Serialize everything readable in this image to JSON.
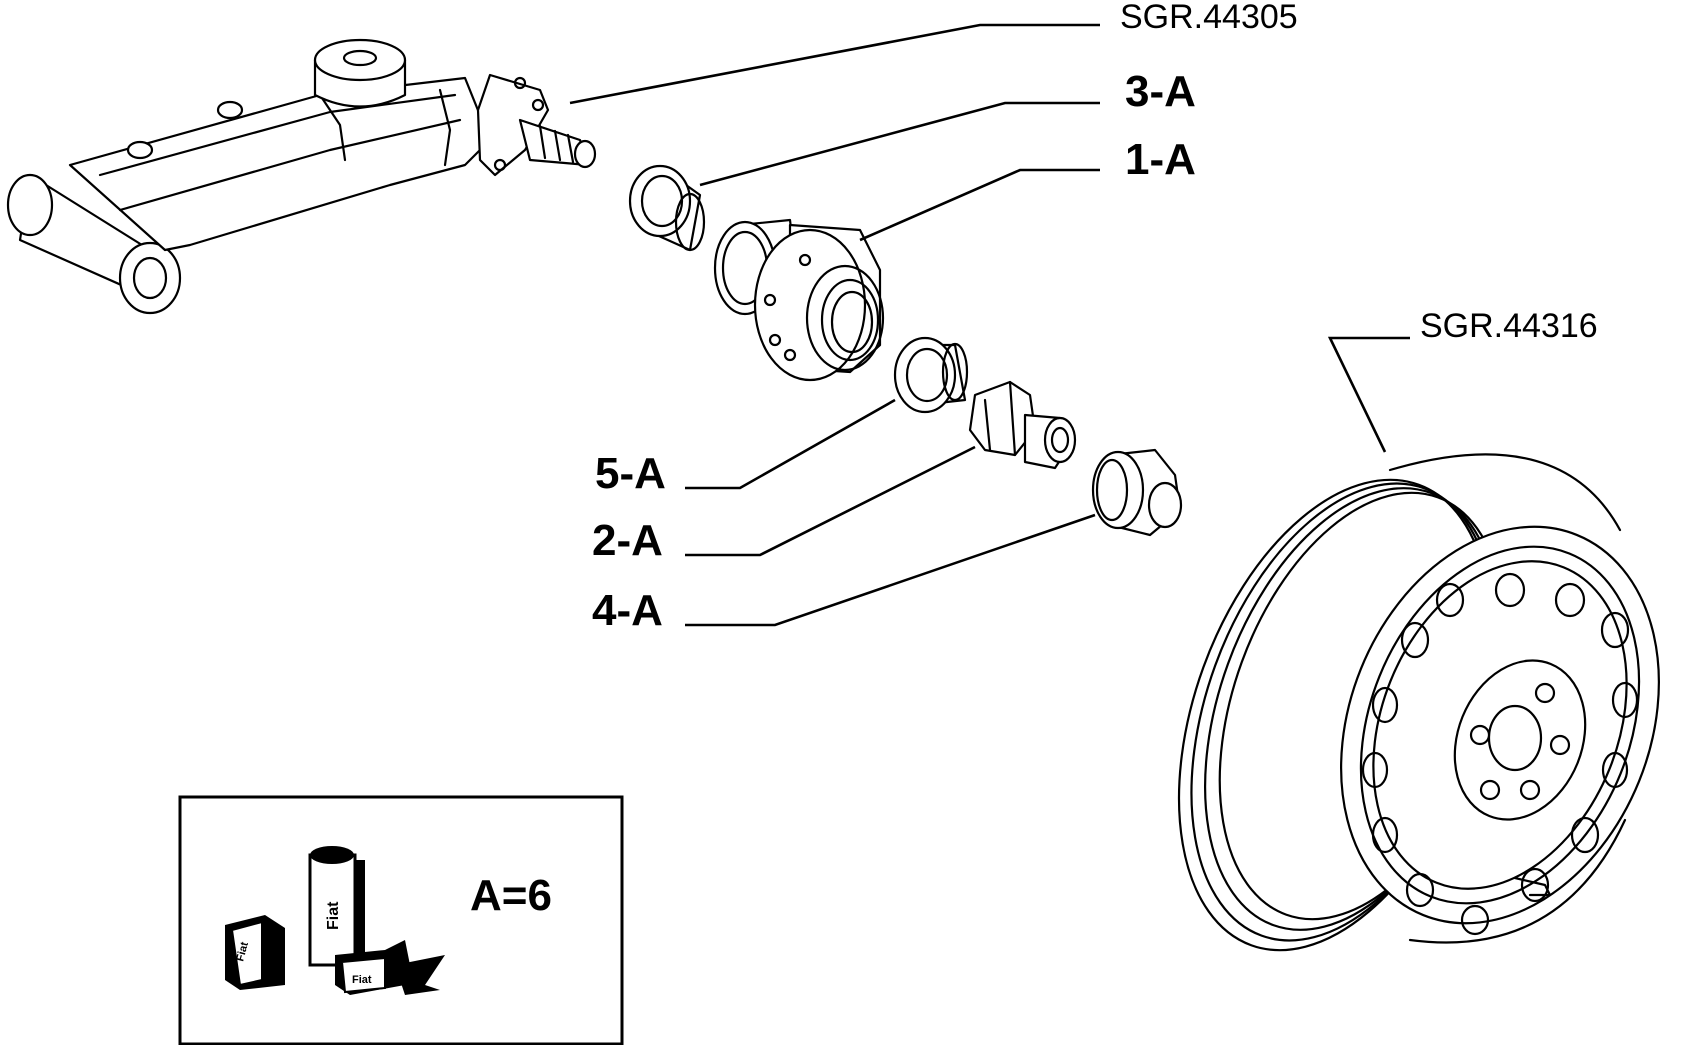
{
  "diagram": {
    "references": {
      "suspension_arm": "SGR.44305",
      "wheel_rim": "SGR.44316"
    },
    "parts": {
      "bearing_small": "3-A",
      "hub": "1-A",
      "bearing_inner": "5-A",
      "nut": "2-A",
      "cap": "4-A"
    },
    "legend": {
      "quantity_label": "A=6",
      "product_brand": "Fiat"
    }
  },
  "colors": {
    "line": "#000000",
    "background": "#ffffff"
  }
}
